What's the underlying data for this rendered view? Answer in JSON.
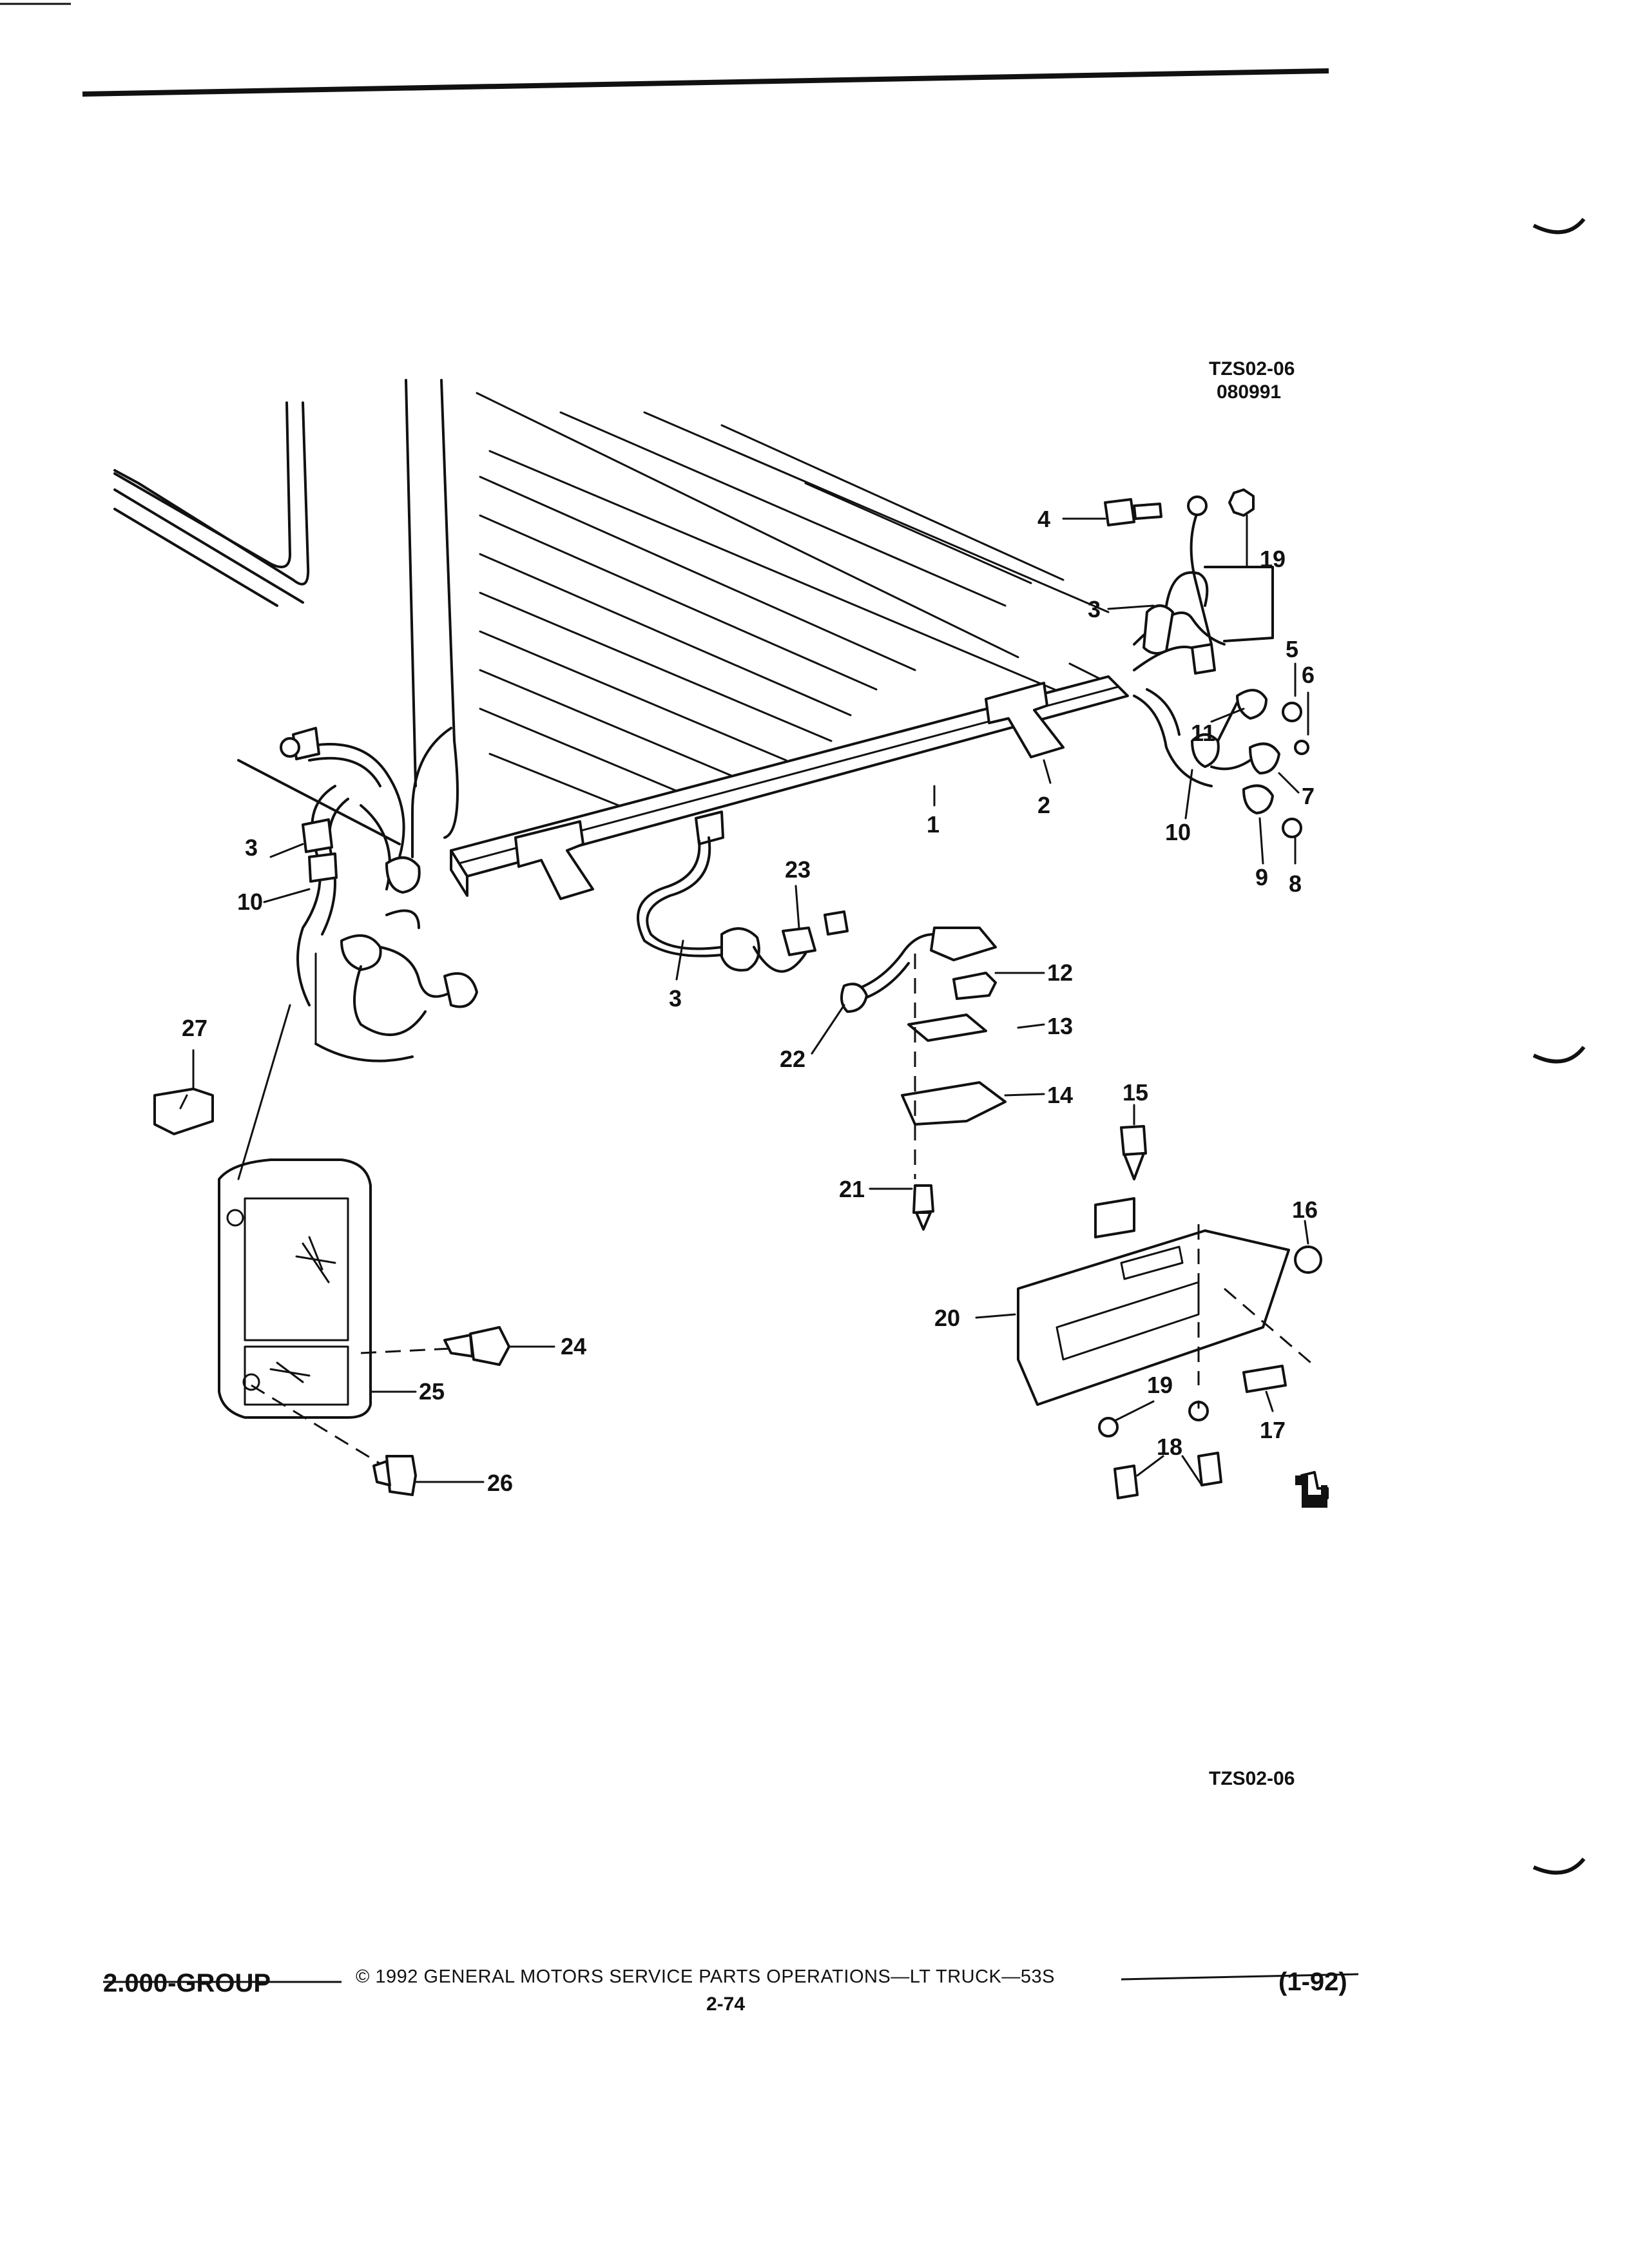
{
  "header": {
    "drawing_code_top": "TZS02-06",
    "drawing_date": "080991",
    "drawing_code_bottom": "TZS02-06"
  },
  "callouts": [
    {
      "id": "c1",
      "label": "1"
    },
    {
      "id": "c2",
      "label": "2"
    },
    {
      "id": "c3a",
      "label": "3"
    },
    {
      "id": "c3b",
      "label": "3"
    },
    {
      "id": "c3c",
      "label": "3"
    },
    {
      "id": "c4",
      "label": "4"
    },
    {
      "id": "c5",
      "label": "5"
    },
    {
      "id": "c6",
      "label": "6"
    },
    {
      "id": "c7",
      "label": "7"
    },
    {
      "id": "c8",
      "label": "8"
    },
    {
      "id": "c9",
      "label": "9"
    },
    {
      "id": "c10a",
      "label": "10"
    },
    {
      "id": "c10b",
      "label": "10"
    },
    {
      "id": "c11",
      "label": "11"
    },
    {
      "id": "c12",
      "label": "12"
    },
    {
      "id": "c13",
      "label": "13"
    },
    {
      "id": "c14",
      "label": "14"
    },
    {
      "id": "c15",
      "label": "15"
    },
    {
      "id": "c16",
      "label": "16"
    },
    {
      "id": "c17",
      "label": "17"
    },
    {
      "id": "c18",
      "label": "18"
    },
    {
      "id": "c19a",
      "label": "19"
    },
    {
      "id": "c19b",
      "label": "19"
    },
    {
      "id": "c20",
      "label": "20"
    },
    {
      "id": "c21",
      "label": "21"
    },
    {
      "id": "c22",
      "label": "22"
    },
    {
      "id": "c23",
      "label": "23"
    },
    {
      "id": "c24",
      "label": "24"
    },
    {
      "id": "c25",
      "label": "25"
    },
    {
      "id": "c26",
      "label": "26"
    },
    {
      "id": "c27",
      "label": "27"
    }
  ],
  "footer": {
    "group": "2.000-GROUP",
    "copyright": "©  1992  GENERAL MOTORS SERVICE PARTS OPERATIONS—LT TRUCK—53S",
    "page": "2-74",
    "date_code": "(1-92)"
  }
}
